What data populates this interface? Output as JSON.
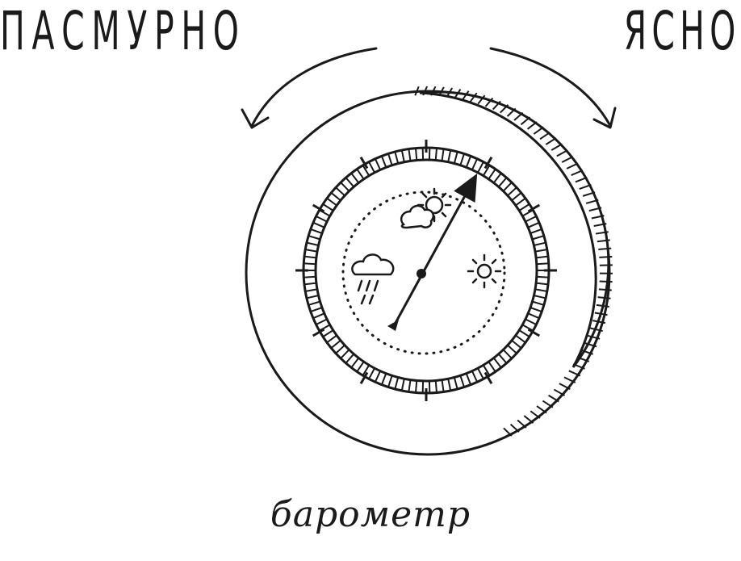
{
  "labels": {
    "left": "ПАСМУРНО",
    "right": "ЯСНО",
    "caption": "барометр"
  },
  "icons": {
    "cloudy": "sun-behind-cloud-icon",
    "rain": "rain-cloud-icon",
    "sun": "sun-icon",
    "rotate_left": "arrow-left-icon",
    "rotate_right": "arrow-right-icon"
  },
  "colors": {
    "ink": "#1a1a1a",
    "background": "#ffffff"
  }
}
